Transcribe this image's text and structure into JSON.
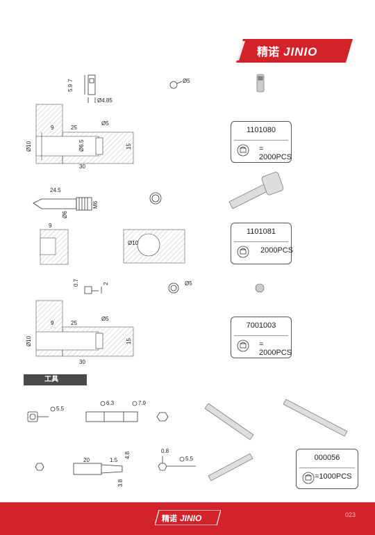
{
  "brand": {
    "cn": "精诺",
    "en": "JINIO",
    "color": "#d2232a"
  },
  "products": [
    {
      "code": "1101080",
      "qty": "= 2000PCS"
    },
    {
      "code": "1101081",
      "qty": "2000PCS"
    },
    {
      "code": "7001003",
      "qty": "= 2000PCS"
    },
    {
      "code": "000056",
      "qty": "=1000PCS"
    }
  ],
  "section_title": "工具",
  "page_number": "023",
  "dims": {
    "d1_top": "7",
    "d1_side": "5.9",
    "d1_dia": "Ø4.85",
    "d2_dia": "Ø5",
    "d3_9": "9",
    "d3_25": "25",
    "d3_d5": "Ø5",
    "d3_d65": "Ø6.5",
    "d3_d10": "Ø10",
    "d3_15": "15",
    "d3_30": "30",
    "d4_245": "24.5",
    "d4_d6": "Ø6",
    "d4_m6": "M6",
    "d5_9": "9",
    "d5_d10": "Ø10",
    "d6_07": "0.7",
    "d6_2": "2",
    "d6_d5": "Ø5",
    "d7_9": "9",
    "d7_25": "25",
    "d7_d5": "Ø5",
    "d7_d10": "Ø10",
    "d7_15": "15",
    "d7_30": "30",
    "t1_55": "5.5",
    "t2_63": "6.3",
    "t2_79": "7.9",
    "t3_20": "20",
    "t3_15": "1.5",
    "t3_48": "4.8",
    "t3_38": "3.8",
    "t4_08": "0.8",
    "t4_55": "5.5"
  }
}
